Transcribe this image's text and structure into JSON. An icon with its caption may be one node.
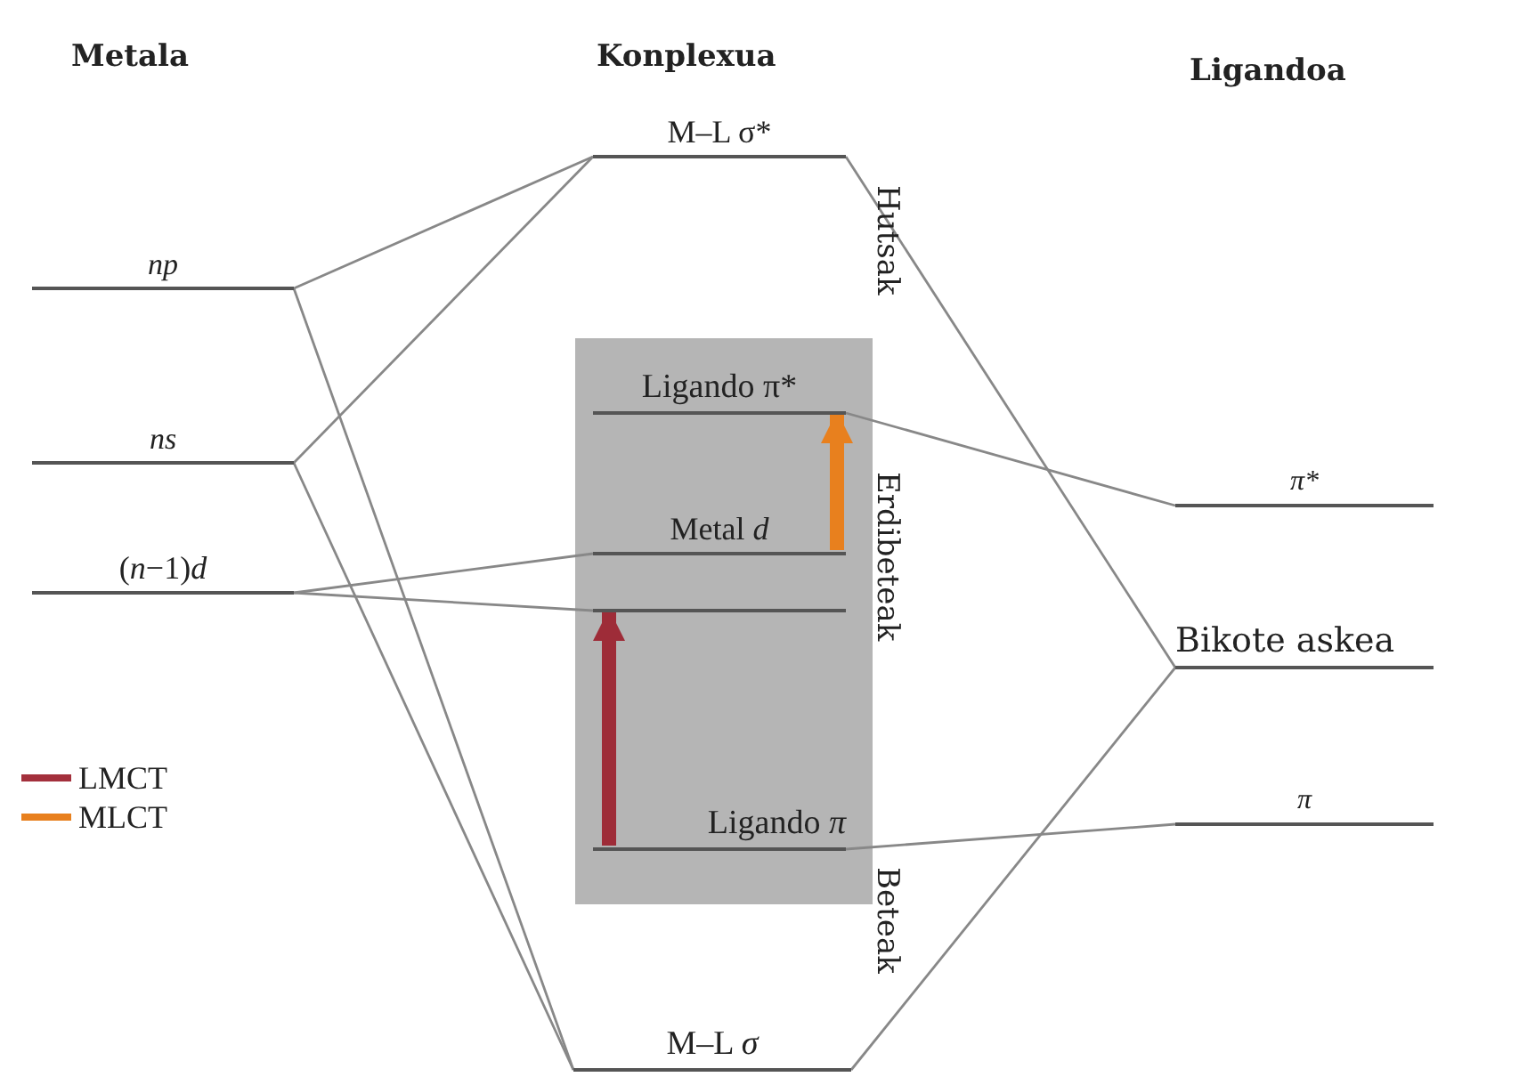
{
  "diagram": {
    "nodes": [
      {
        "text": [
          "np"
        ]
      },
      {
        "text": [
          "ns"
        ]
      },
      {
        "text": [
          "(*n*−1)*d*"
        ]
      },
      {
        "text": [
          "M–L σ*"
        ]
      },
      {
        "text": [
          "Ligando π*"
        ]
      },
      {
        "text": [
          "Metal *d*"
        ]
      },
      {
        "text": [],
        "shape": "bar"
      },
      {
        "text": [
          "Ligando *π*"
        ]
      },
      {
        "text": [
          "M–L *σ*"
        ]
      },
      {
        "text": [
          "π*"
        ]
      },
      {
        "text": [
          "Bikote askea"
        ]
      },
      {
        "text": [
          "π"
        ]
      }
    ],
    "edges": [
      {
        "from": 0,
        "to": 3,
        "arrow": "none"
      },
      {
        "from": 0,
        "to": 8,
        "arrow": "none"
      },
      {
        "from": 1,
        "to": 3,
        "arrow": "none"
      },
      {
        "from": 1,
        "to": 8,
        "arrow": "none"
      },
      {
        "from": 2,
        "to": 5,
        "arrow": "none"
      },
      {
        "from": 2,
        "to": 6,
        "arrow": "none"
      },
      {
        "from": 3,
        "to": 10,
        "arrow": "none"
      },
      {
        "from": 4,
        "to": 9,
        "arrow": "none"
      },
      {
        "from": 7,
        "to": 11,
        "arrow": "none"
      },
      {
        "from": 8,
        "to": 10,
        "arrow": "none"
      },
      {
        "from": 5,
        "to": 4,
        "arrow": "to",
        "style": "thick",
        "color": "#e8801e"
      },
      {
        "from": 7,
        "to": 6,
        "arrow": "to",
        "style": "thick",
        "color": "#9e2c38"
      }
    ],
    "labels": [
      "Metala",
      "Konplexua",
      "Ligandoa",
      "Hutsak",
      "Erdibeteak",
      "Beteak"
    ],
    "legend": [
      {
        "text": "LMCT",
        "color": "#a3303c"
      },
      {
        "text": "MLCT",
        "color": "#e8801e"
      }
    ]
  }
}
